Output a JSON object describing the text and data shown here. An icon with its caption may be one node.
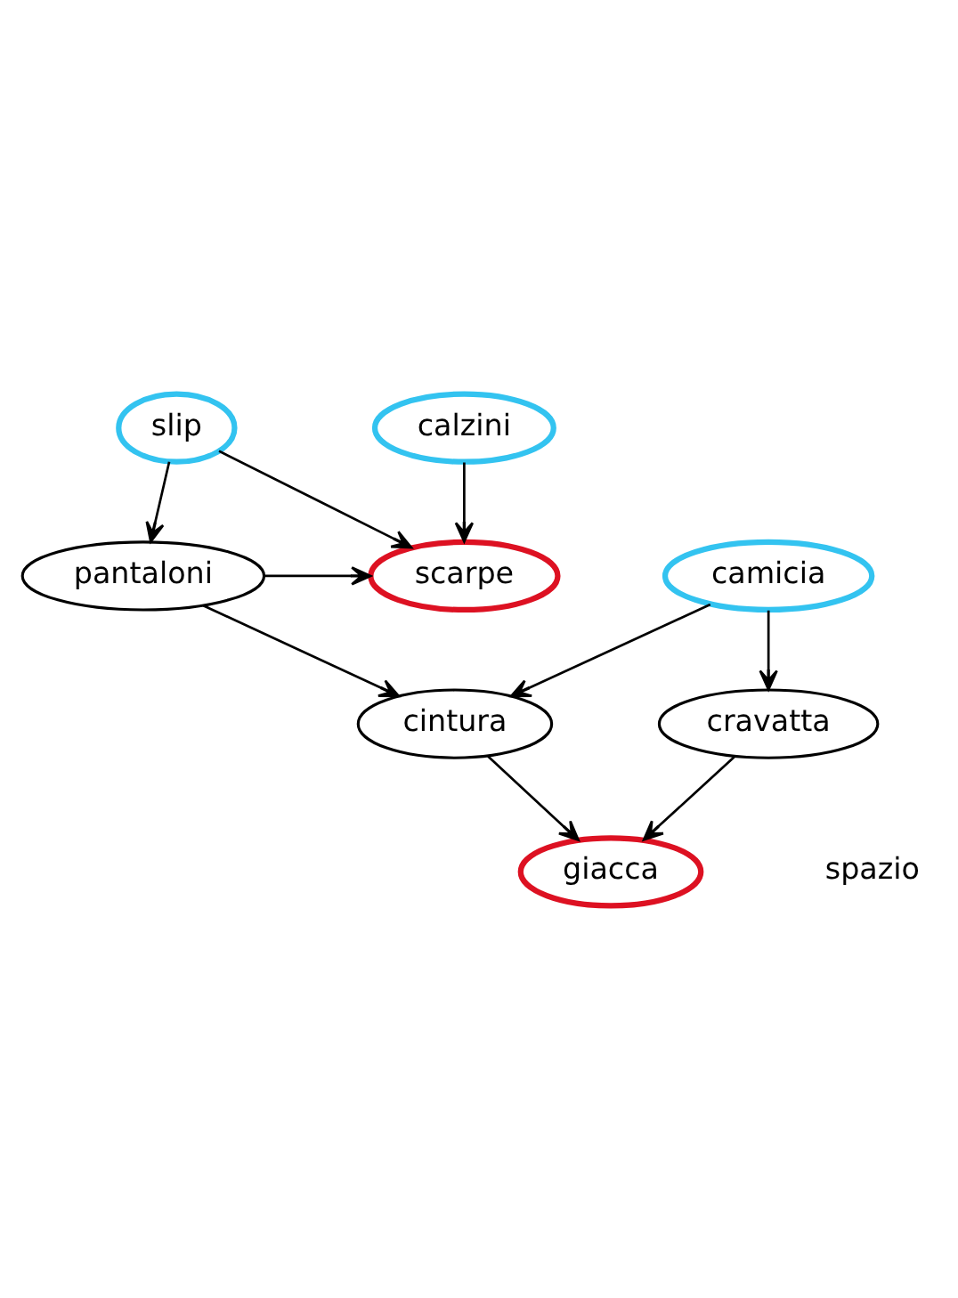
{
  "diagram": {
    "nodes": [
      {
        "text": [
          "slip"
        ]
      },
      {
        "text": [
          "calzini"
        ]
      },
      {
        "text": [
          "pantaloni"
        ]
      },
      {
        "text": [
          "scarpe"
        ]
      },
      {
        "text": [
          "camicia"
        ]
      },
      {
        "text": [
          "cintura"
        ]
      },
      {
        "text": [
          "cravatta"
        ]
      },
      {
        "text": [
          "giacca"
        ]
      }
    ],
    "edges": [
      {
        "from": 0,
        "to": 2,
        "arrow": "to"
      },
      {
        "from": 0,
        "to": 3,
        "arrow": "to"
      },
      {
        "from": 1,
        "to": 3,
        "arrow": "to"
      },
      {
        "from": 2,
        "to": 3,
        "arrow": "to"
      },
      {
        "from": 2,
        "to": 5,
        "arrow": "to"
      },
      {
        "from": 4,
        "to": 5,
        "arrow": "to"
      },
      {
        "from": 4,
        "to": 6,
        "arrow": "to"
      },
      {
        "from": 5,
        "to": 7,
        "arrow": "to"
      },
      {
        "from": 6,
        "to": 7,
        "arrow": "to"
      }
    ],
    "labels": [
      "spazio"
    ]
  }
}
